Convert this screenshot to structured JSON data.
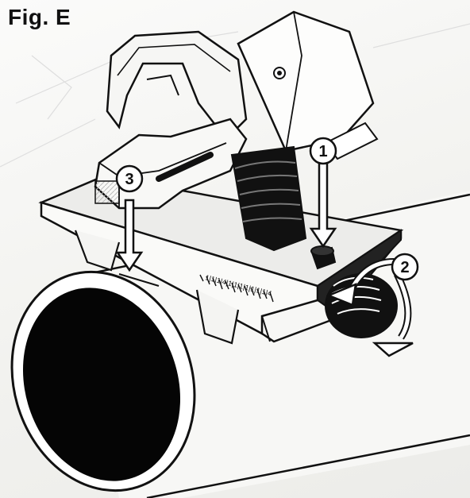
{
  "figure": {
    "title": "Fig. E"
  },
  "steps": [
    {
      "number": "1"
    },
    {
      "number": "2"
    },
    {
      "number": "3"
    }
  ],
  "scale_marks": "1|1|1|4|1|1|1|1|1|1|1|4"
}
